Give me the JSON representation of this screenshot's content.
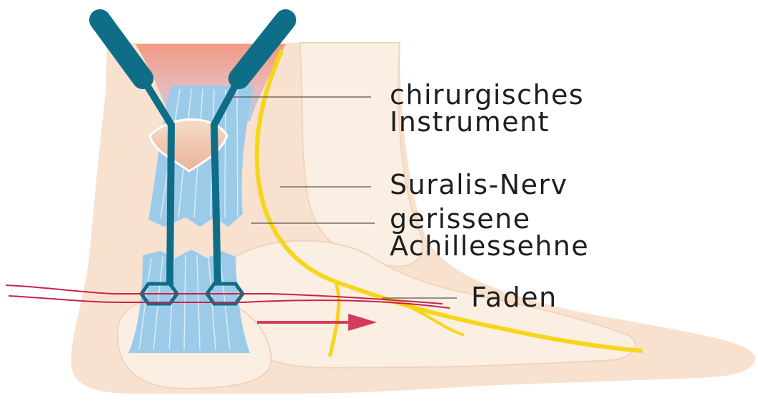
{
  "labels": {
    "instrument_line1": "chirurgisches",
    "instrument_line2": "Instrument",
    "nerve": "Suralis-Nerv",
    "tendon_line1": "gerissene",
    "tendon_line2": "Achillessehne",
    "thread": "Faden"
  },
  "colors": {
    "skin": "#f8e2cf",
    "skin_dark": "#f1cdb0",
    "bone": "#fbeee2",
    "tendon": "#9ccbea",
    "tendon_stripe": "#d9ecf8",
    "muscle": "#ef9a85",
    "instrument": "#0f6e87",
    "nerve": "#f7d51a",
    "thread": "#c8224b",
    "arrow": "#d63a5a",
    "leader": "#555555"
  }
}
